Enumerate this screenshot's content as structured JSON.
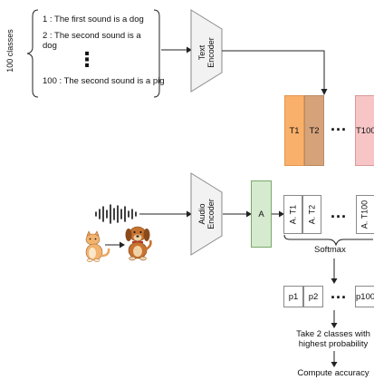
{
  "classes_label": "100 classes",
  "class_list": {
    "item1": "1 :  The first sound is a dog",
    "item2_line1": "2 :  The second sound is a",
    "item2_line2": "dog",
    "dots": "⋮",
    "item100": "100 : The second sound is a pig"
  },
  "text_encoder": {
    "label_line1": "Text",
    "label_line2": "Encoder"
  },
  "audio_encoder": {
    "label_line1": "Audio",
    "label_line2": "Encoder"
  },
  "text_embeddings": [
    "T1",
    "T2",
    "T100"
  ],
  "audio_embedding": "A",
  "similarity_cells": [
    "A. T1",
    "A. T2",
    "A. T100"
  ],
  "softmax_label": "Softmax",
  "probabilities": [
    "p1",
    "p2",
    "p100"
  ],
  "ellipsis": "···",
  "take_step": {
    "line1": "Take 2 classes with",
    "line2": "highest probability"
  },
  "compute_step": "Compute accuracy",
  "colors": {
    "t1": "#f9b06a",
    "t2": "#d5a27a",
    "t100": "#f7c5c5",
    "audio_emb": "#d6ead0",
    "audio_emb_border": "#78a86a",
    "encoder": "#f2f2f2"
  },
  "icons": [
    "waveform-icon",
    "cat-icon",
    "dog-icon"
  ]
}
